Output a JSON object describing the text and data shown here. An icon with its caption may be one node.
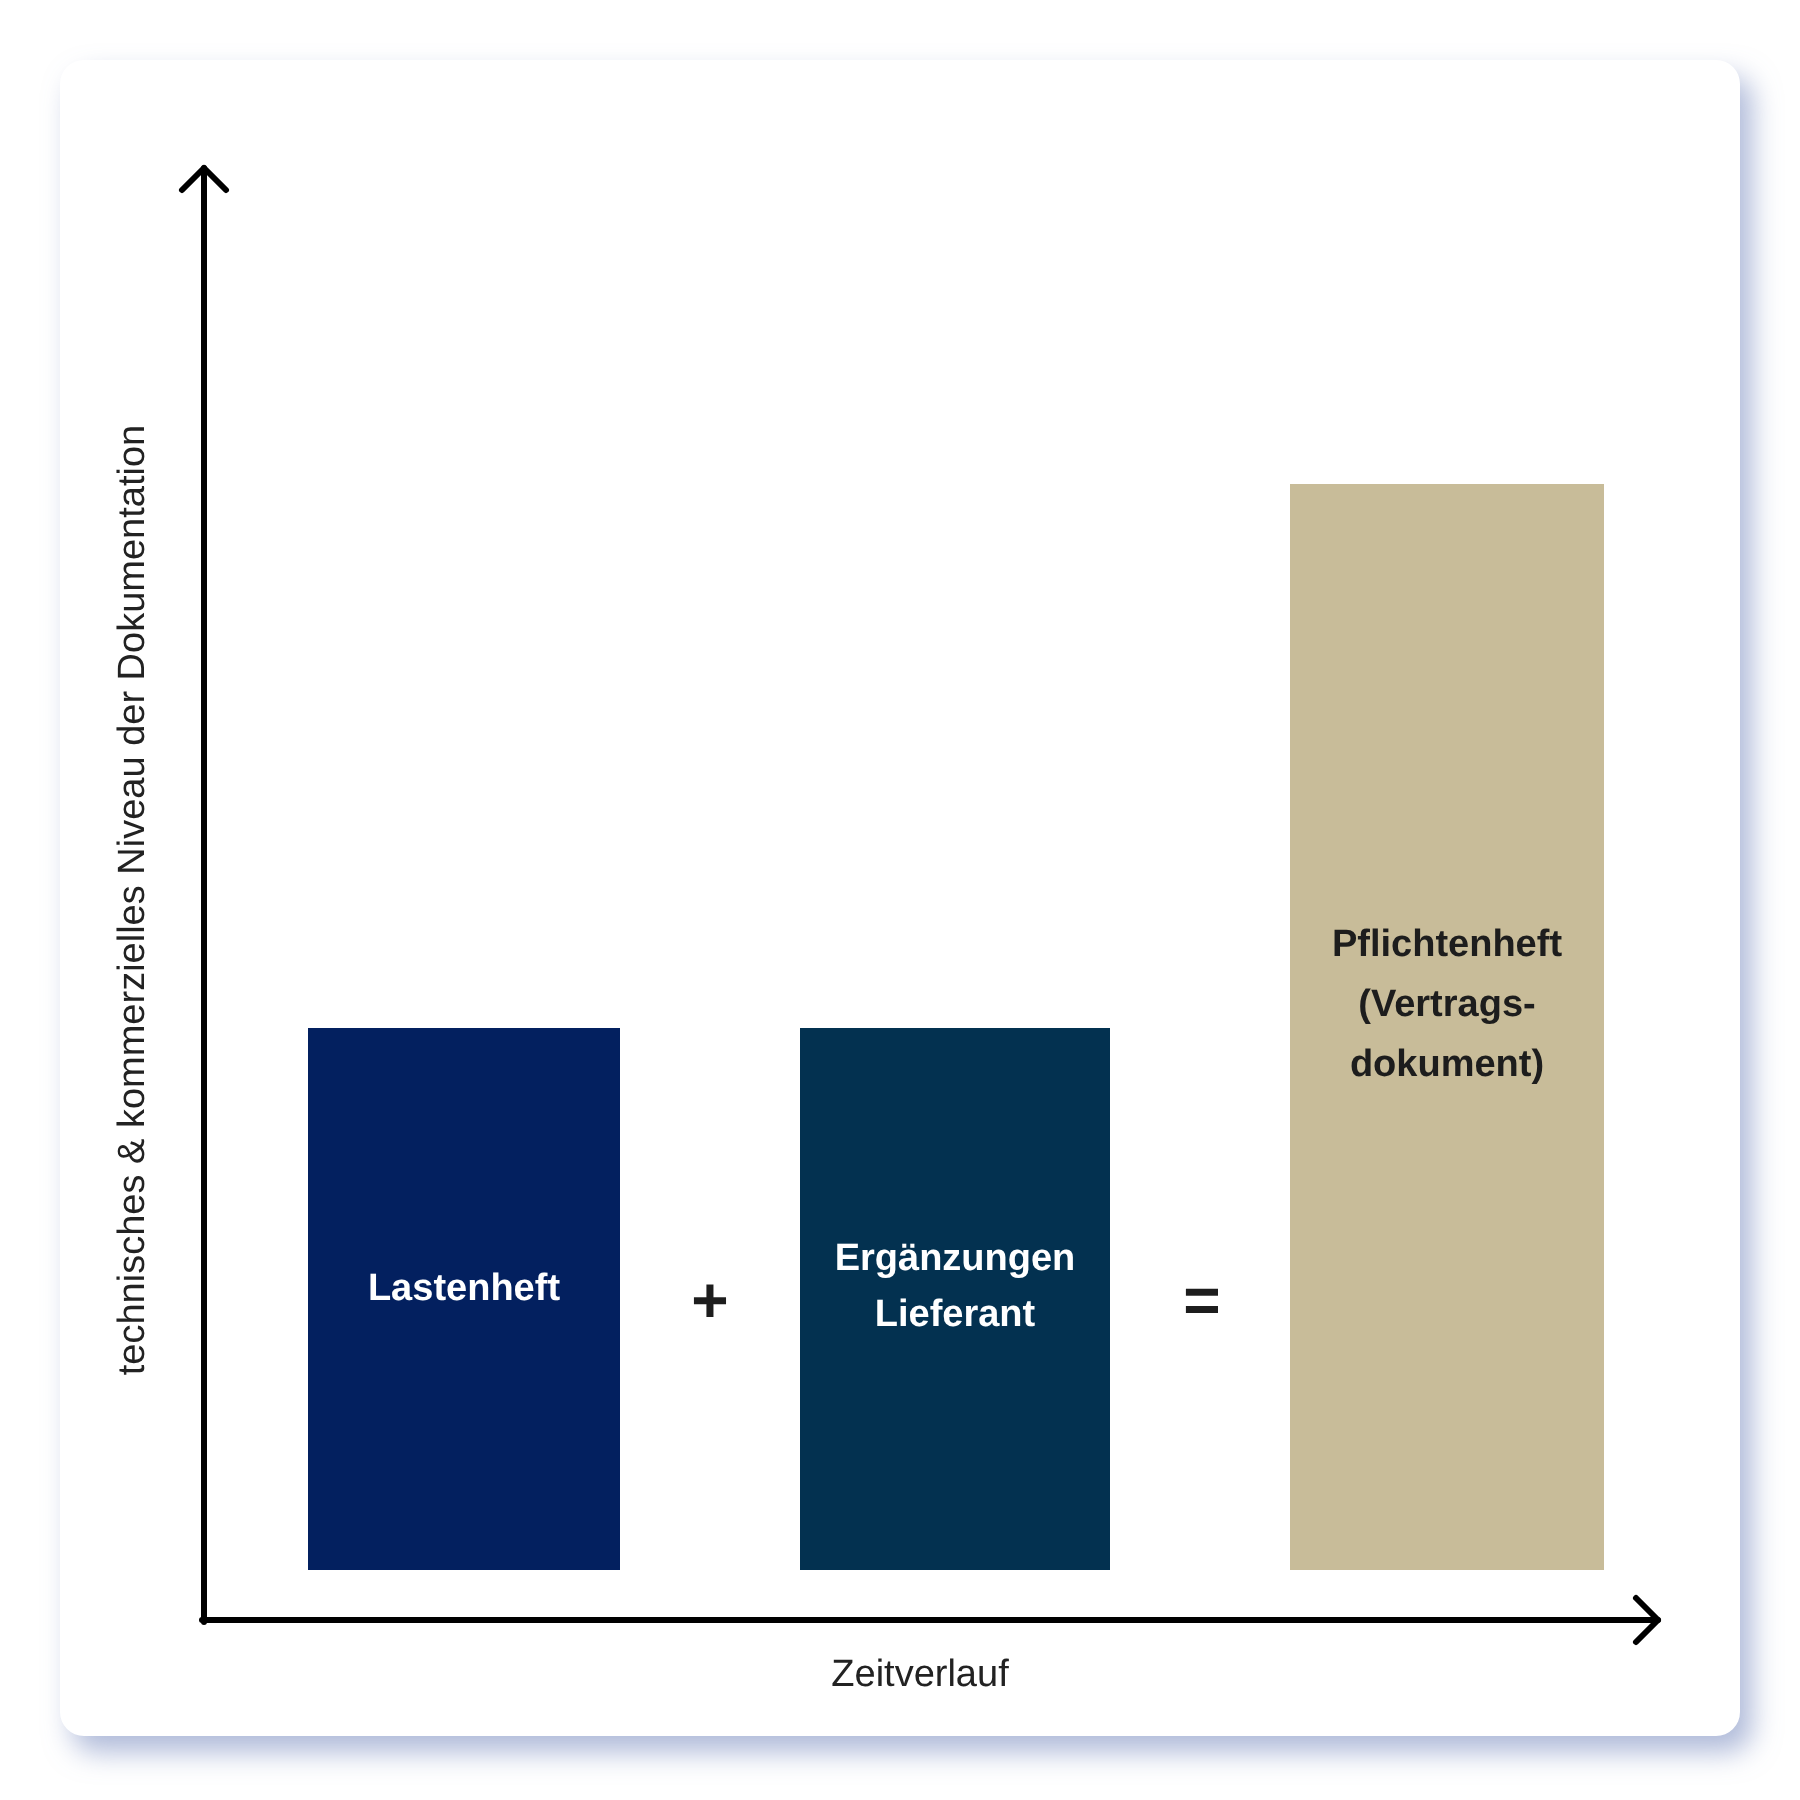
{
  "diagram": {
    "nodes": [
      {
        "text": [
          "Lastenheft"
        ]
      },
      {
        "text": [
          "Ergänzungen Lieferant"
        ]
      },
      {
        "text": [
          "Pflichtenheft (Vertrags-dokument)"
        ]
      }
    ],
    "labels": [
      "technisches & kommerzielles Niveau der Dokumentation",
      "+",
      "=",
      "Zeitverlauf"
    ]
  }
}
